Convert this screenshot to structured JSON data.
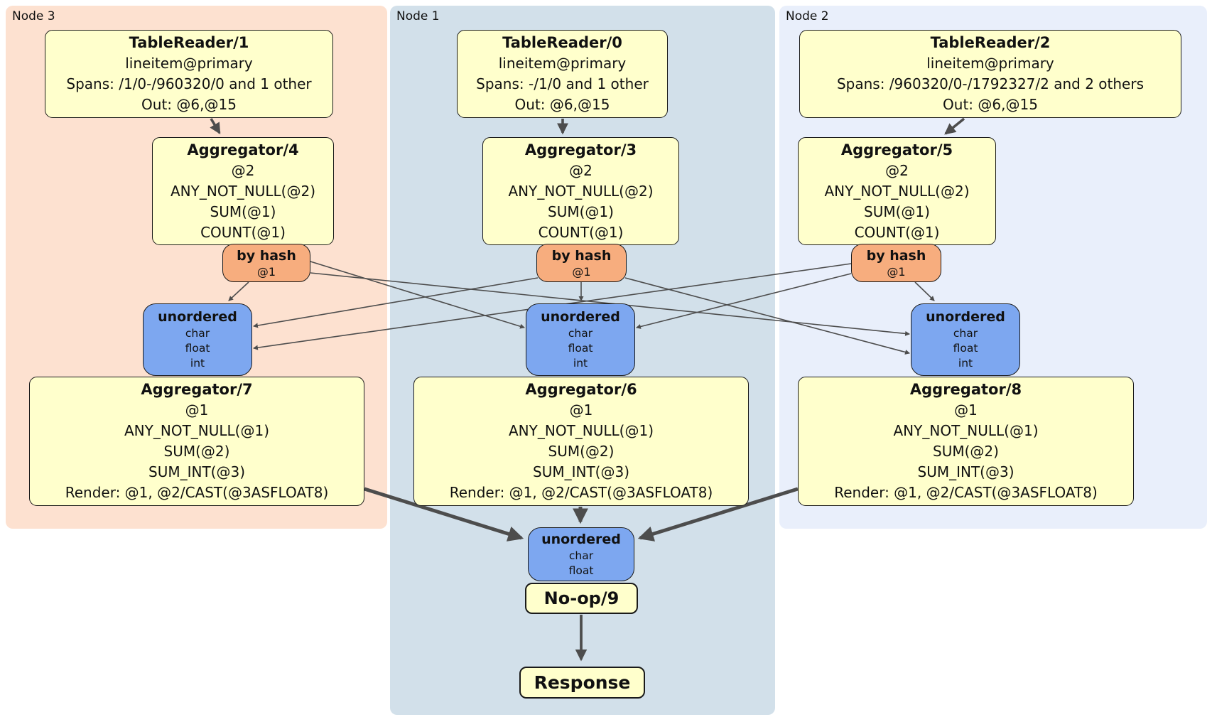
{
  "colors": {
    "node3_bg": "#fde1d0",
    "node1_bg": "#d2e0ea",
    "node2_bg": "#e9effb",
    "box_yellow": "#ffffcc",
    "router_orange": "#f7ad7e",
    "sync_blue": "#7da7f0",
    "edge_gray": "#4d4d4d"
  },
  "panels": [
    {
      "label": "Node 3"
    },
    {
      "label": "Node 1"
    },
    {
      "label": "Node 2"
    }
  ],
  "readers": [
    {
      "title": "TableReader/1",
      "lines": [
        "lineitem@primary",
        "Spans: /1/0-/960320/0 and 1 other",
        "Out: @6,@15"
      ]
    },
    {
      "title": "TableReader/0",
      "lines": [
        "lineitem@primary",
        "Spans: -/1/0 and 1 other",
        "Out: @6,@15"
      ]
    },
    {
      "title": "TableReader/2",
      "lines": [
        "lineitem@primary",
        "Spans: /960320/0-/1792327/2 and 2 others",
        "Out: @6,@15"
      ]
    }
  ],
  "top_aggregators": [
    {
      "title": "Aggregator/4",
      "lines": [
        "@2",
        "ANY_NOT_NULL(@2)",
        "SUM(@1)",
        "COUNT(@1)"
      ]
    },
    {
      "title": "Aggregator/3",
      "lines": [
        "@2",
        "ANY_NOT_NULL(@2)",
        "SUM(@1)",
        "COUNT(@1)"
      ]
    },
    {
      "title": "Aggregator/5",
      "lines": [
        "@2",
        "ANY_NOT_NULL(@2)",
        "SUM(@1)",
        "COUNT(@1)"
      ]
    }
  ],
  "routers": [
    {
      "title": "by hash",
      "lines": [
        "@1"
      ]
    },
    {
      "title": "by hash",
      "lines": [
        "@1"
      ]
    },
    {
      "title": "by hash",
      "lines": [
        "@1"
      ]
    }
  ],
  "syncs": [
    {
      "title": "unordered",
      "lines": [
        "char",
        "float",
        "int"
      ]
    },
    {
      "title": "unordered",
      "lines": [
        "char",
        "float",
        "int"
      ]
    },
    {
      "title": "unordered",
      "lines": [
        "char",
        "float",
        "int"
      ]
    }
  ],
  "bottom_aggregators": [
    {
      "title": "Aggregator/7",
      "lines": [
        "@1",
        "ANY_NOT_NULL(@1)",
        "SUM(@2)",
        "SUM_INT(@3)",
        "Render: @1, @2/CAST(@3ASFLOAT8)"
      ]
    },
    {
      "title": "Aggregator/6",
      "lines": [
        "@1",
        "ANY_NOT_NULL(@1)",
        "SUM(@2)",
        "SUM_INT(@3)",
        "Render: @1, @2/CAST(@3ASFLOAT8)"
      ]
    },
    {
      "title": "Aggregator/8",
      "lines": [
        "@1",
        "ANY_NOT_NULL(@1)",
        "SUM(@2)",
        "SUM_INT(@3)",
        "Render: @1, @2/CAST(@3ASFLOAT8)"
      ]
    }
  ],
  "final_sync": {
    "title": "unordered",
    "lines": [
      "char",
      "float"
    ]
  },
  "noop": {
    "title": "No-op/9"
  },
  "response": {
    "title": "Response"
  }
}
